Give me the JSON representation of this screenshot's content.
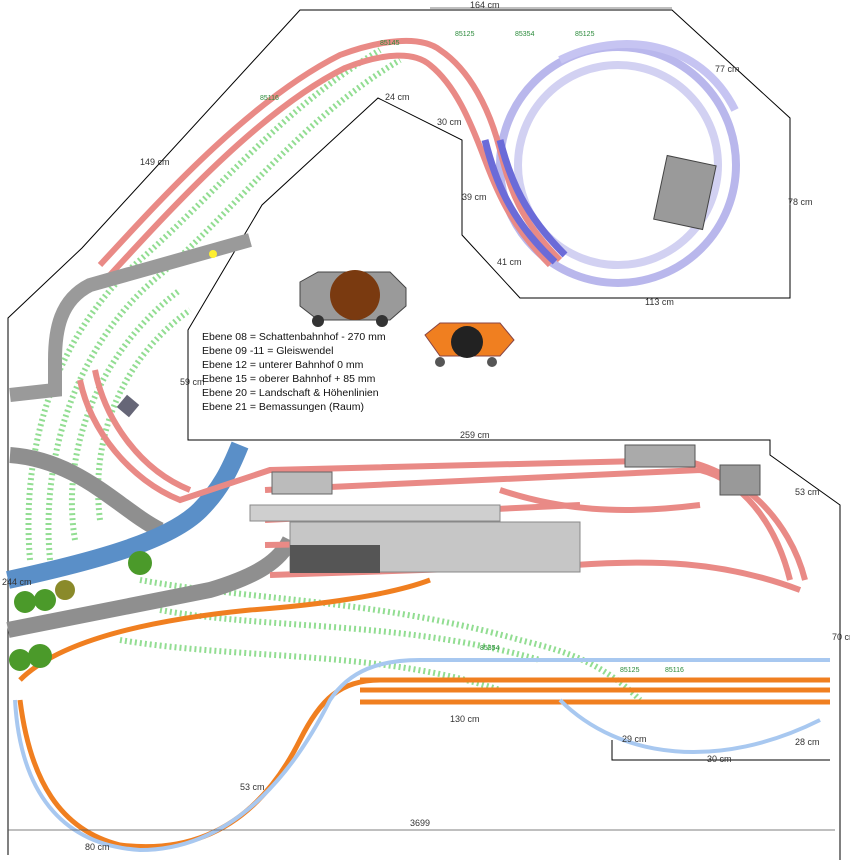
{
  "legend": [
    "Ebene 08 = Schattenbahnhof - 270 mm",
    "Ebene 09 -11 = Gleiswendel",
    "Ebene 12 = unterer Bahnhof 0 mm",
    "Ebene 15 = oberer Bahnhof + 85 mm",
    "Ebene 20 = Landschaft & Höhenlinien",
    "Ebene 21 = Bemassungen (Raum)"
  ],
  "dimensions": {
    "top": "164 cm",
    "top_right_diag": "77 cm",
    "right_upper": "78 cm",
    "bottom_upper": "113 cm",
    "left_diag": "149 cm",
    "inner_top": "24 cm",
    "inner_diag": "30 cm",
    "inner_vertical": "39 cm",
    "inner_bottom": "41 cm",
    "mid_left": "59 cm",
    "mid_top": "259 cm",
    "right_diag": "53 cm",
    "left_side": "244 cm",
    "right_side": "70 cm",
    "lower_mid": "130 cm",
    "lower_right_small": "30 cm",
    "lower_right_diag": "29 cm",
    "lower_left_diag": "53 cm",
    "lower_left": "80 cm",
    "lower_right_inner": "28 cm",
    "total_width": "3699"
  },
  "track_labels": [
    "85145",
    "85125",
    "85354",
    "85116",
    "85125",
    "85354",
    "85116",
    "85125"
  ],
  "colors": {
    "shadow_station": "#e98a86",
    "helix": "#a8a6e8",
    "landscape": "#7fd87f",
    "lower_station": "#f07f20",
    "river": "#5a8fc8",
    "road": "#999999",
    "platform": "#c8c8c8"
  },
  "icons": [
    "brown-circle-icon",
    "orange-circle-icon"
  ]
}
